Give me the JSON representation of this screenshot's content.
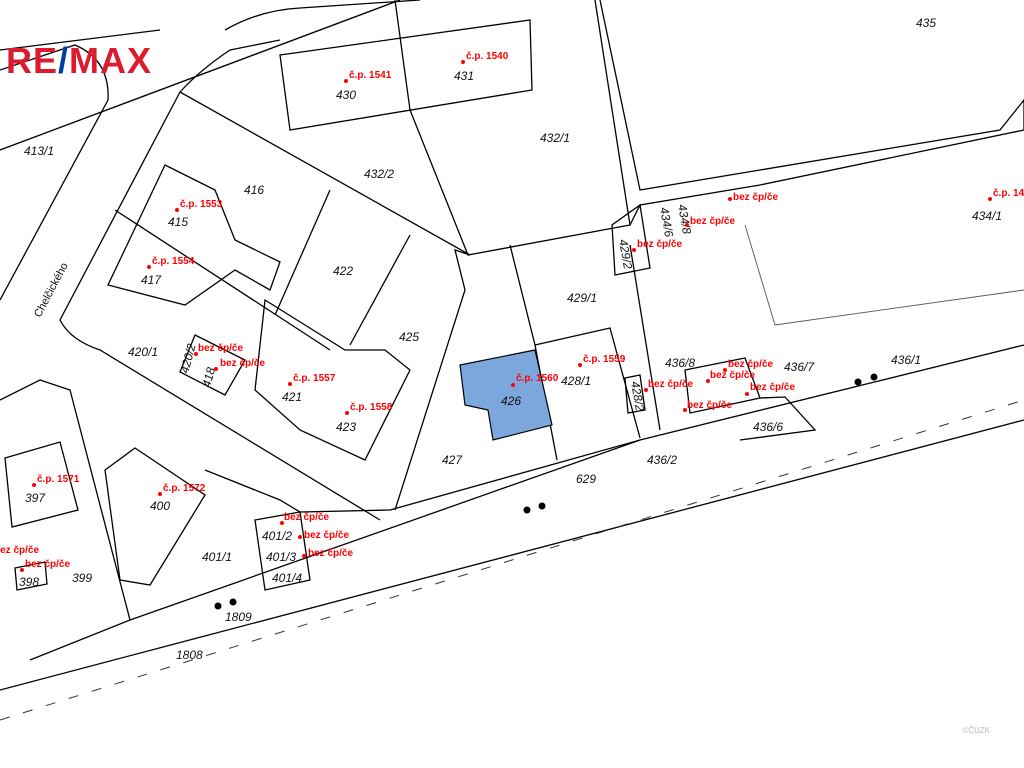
{
  "logo": {
    "left": "RE",
    "slash": "/",
    "right": "MAX"
  },
  "copyright": "©ČÚZK",
  "street_name": "Chelčického",
  "highlight_color": "#7ba7dc",
  "parcels": [
    "435",
    "430",
    "431",
    "413/1",
    "432/1",
    "432/2",
    "416",
    "415",
    "417",
    "422",
    "434/1",
    "420/1",
    "425",
    "429/1",
    "428/1",
    "426",
    "421",
    "423",
    "427",
    "436/8",
    "436/7",
    "436/1",
    "436/6",
    "436/2",
    "629",
    "397",
    "400",
    "401/1",
    "399",
    "401/2",
    "401/3",
    "401/4",
    "1809",
    "1808",
    "429/2",
    "428/2",
    "434/6",
    "434/8",
    "398",
    "420/2",
    "418"
  ],
  "house_numbers": [
    "č.p. 1541",
    "č.p. 1540",
    "č.p. 1553",
    "č.p. 1554",
    "č.p. 1557",
    "č.p. 1558",
    "č.p. 1560",
    "č.p. 1559",
    "č.p. 1571",
    "č.p. 1572",
    "č.p. 14",
    "bez čp/če"
  ]
}
